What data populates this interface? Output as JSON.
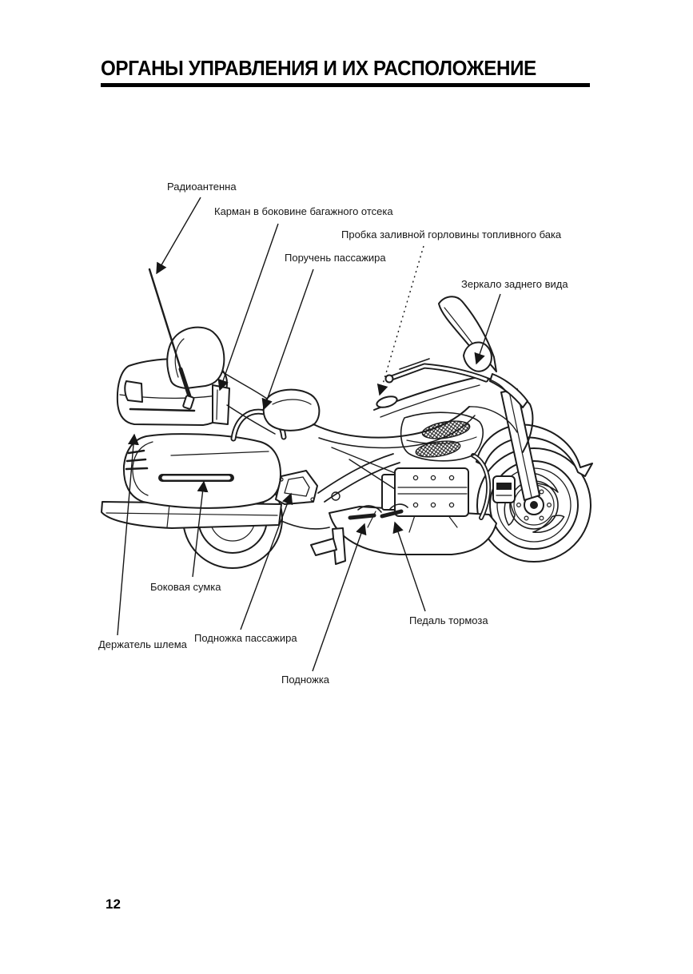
{
  "page": {
    "title": "ОРГАНЫ УПРАВЛЕНИЯ И ИХ РАСПОЛОЖЕНИЕ",
    "page_number": "12"
  },
  "diagram": {
    "labels": [
      {
        "text": "Радиоантенна"
      },
      {
        "text": "Карман в боковине багажного отсека"
      },
      {
        "text": "Пробка заливной горловины топливного бака"
      },
      {
        "text": "Поручень пассажира"
      },
      {
        "text": "Зеркало заднего вида"
      },
      {
        "text": "Боковая сумка"
      },
      {
        "text": "Держатель шлема"
      },
      {
        "text": "Подножка пассажира"
      },
      {
        "text": "Подножка"
      },
      {
        "text": "Педаль тормоза"
      }
    ]
  }
}
